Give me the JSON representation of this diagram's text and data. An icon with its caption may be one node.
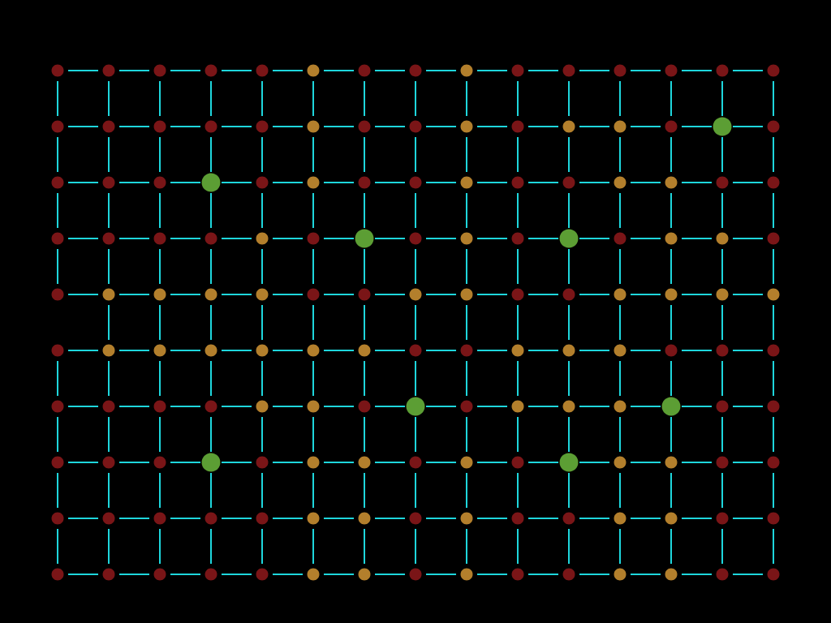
{
  "diagram": {
    "nodes": [
      {
        "text": [],
        "shape": "circle"
      },
      {
        "text": [],
        "shape": "circle"
      },
      {
        "text": [],
        "shape": "circle"
      },
      {
        "text": [],
        "shape": "circle"
      },
      {
        "text": [],
        "shape": "circle"
      },
      {
        "text": [],
        "shape": "circle"
      },
      {
        "text": [],
        "shape": "circle"
      },
      {
        "text": [],
        "shape": "circle"
      },
      {
        "text": [],
        "shape": "circle"
      },
      {
        "text": [],
        "shape": "circle"
      },
      {
        "text": [],
        "shape": "circle"
      },
      {
        "text": [],
        "shape": "circle"
      },
      {
        "text": [],
        "shape": "circle"
      },
      {
        "text": [],
        "shape": "circle"
      },
      {
        "text": [],
        "shape": "circle"
      },
      {
        "text": [],
        "shape": "circle"
      },
      {
        "text": [],
        "shape": "circle"
      },
      {
        "text": [],
        "shape": "circle"
      },
      {
        "text": [],
        "shape": "circle"
      },
      {
        "text": [],
        "shape": "circle"
      },
      {
        "text": [],
        "shape": "circle"
      },
      {
        "text": [],
        "shape": "circle"
      },
      {
        "text": [],
        "shape": "circle"
      },
      {
        "text": [],
        "shape": "circle"
      },
      {
        "text": [],
        "shape": "circle"
      },
      {
        "text": [],
        "shape": "circle"
      },
      {
        "text": [],
        "shape": "circle"
      },
      {
        "text": [],
        "shape": "circle"
      },
      {
        "text": [],
        "shape": "circle"
      },
      {
        "text": [],
        "shape": "circle"
      },
      {
        "text": [],
        "shape": "circle"
      },
      {
        "text": [],
        "shape": "circle"
      },
      {
        "text": [],
        "shape": "circle"
      },
      {
        "text": [],
        "shape": "circle"
      },
      {
        "text": [],
        "shape": "circle"
      },
      {
        "text": [],
        "shape": "circle"
      },
      {
        "text": [],
        "shape": "circle"
      },
      {
        "text": [],
        "shape": "circle"
      },
      {
        "text": [],
        "shape": "circle"
      },
      {
        "text": [],
        "shape": "circle"
      },
      {
        "text": [],
        "shape": "circle"
      },
      {
        "text": [],
        "shape": "circle"
      },
      {
        "text": [],
        "shape": "circle"
      },
      {
        "text": [],
        "shape": "circle"
      },
      {
        "text": [],
        "shape": "circle"
      },
      {
        "text": [],
        "shape": "circle"
      },
      {
        "text": [],
        "shape": "circle"
      },
      {
        "text": [],
        "shape": "circle"
      },
      {
        "text": [],
        "shape": "circle"
      },
      {
        "text": [],
        "shape": "circle"
      },
      {
        "text": [],
        "shape": "circle"
      },
      {
        "text": [],
        "shape": "circle"
      },
      {
        "text": [],
        "shape": "circle"
      },
      {
        "text": [],
        "shape": "circle"
      },
      {
        "text": [],
        "shape": "circle"
      },
      {
        "text": [],
        "shape": "circle"
      },
      {
        "text": [],
        "shape": "circle"
      },
      {
        "text": [],
        "shape": "circle"
      },
      {
        "text": [],
        "shape": "circle"
      },
      {
        "text": [],
        "shape": "circle"
      },
      {
        "text": [],
        "shape": "circle"
      },
      {
        "text": [],
        "shape": "circle"
      },
      {
        "text": [],
        "shape": "circle"
      },
      {
        "text": [],
        "shape": "circle"
      },
      {
        "text": [],
        "shape": "circle"
      },
      {
        "text": [],
        "shape": "circle"
      },
      {
        "text": [],
        "shape": "circle"
      },
      {
        "text": [],
        "shape": "circle"
      },
      {
        "text": [],
        "shape": "circle"
      },
      {
        "text": [],
        "shape": "circle"
      },
      {
        "text": [],
        "shape": "circle"
      },
      {
        "text": [],
        "shape": "circle"
      },
      {
        "text": [],
        "shape": "circle"
      },
      {
        "text": [],
        "shape": "circle"
      },
      {
        "text": [],
        "shape": "circle"
      },
      {
        "text": [],
        "shape": "circle"
      },
      {
        "text": [],
        "shape": "circle"
      },
      {
        "text": [],
        "shape": "circle"
      },
      {
        "text": [],
        "shape": "circle"
      },
      {
        "text": [],
        "shape": "circle"
      },
      {
        "text": [],
        "shape": "circle"
      },
      {
        "text": [],
        "shape": "circle"
      },
      {
        "text": [],
        "shape": "circle"
      },
      {
        "text": [],
        "shape": "circle"
      },
      {
        "text": [],
        "shape": "circle"
      },
      {
        "text": [],
        "shape": "circle"
      },
      {
        "text": [],
        "shape": "circle"
      },
      {
        "text": [],
        "shape": "circle"
      },
      {
        "text": [],
        "shape": "circle"
      },
      {
        "text": [],
        "shape": "circle"
      },
      {
        "text": [],
        "shape": "circle"
      },
      {
        "text": [],
        "shape": "circle"
      },
      {
        "text": [],
        "shape": "circle"
      },
      {
        "text": [],
        "shape": "circle"
      },
      {
        "text": [],
        "shape": "circle"
      },
      {
        "text": [],
        "shape": "circle"
      },
      {
        "text": [],
        "shape": "circle"
      },
      {
        "text": [],
        "shape": "circle"
      },
      {
        "text": [],
        "shape": "circle"
      },
      {
        "text": [],
        "shape": "circle"
      },
      {
        "text": [],
        "shape": "circle"
      },
      {
        "text": [],
        "shape": "circle"
      },
      {
        "text": [],
        "shape": "circle"
      },
      {
        "text": [],
        "shape": "circle"
      },
      {
        "text": [],
        "shape": "circle"
      },
      {
        "text": [],
        "shape": "circle"
      },
      {
        "text": [],
        "shape": "circle"
      },
      {
        "text": [],
        "shape": "circle"
      },
      {
        "text": [],
        "shape": "circle"
      },
      {
        "text": [],
        "shape": "circle"
      },
      {
        "text": [],
        "shape": "circle"
      },
      {
        "text": [],
        "shape": "circle"
      },
      {
        "text": [],
        "shape": "circle"
      },
      {
        "text": [],
        "shape": "circle"
      },
      {
        "text": [],
        "shape": "circle"
      },
      {
        "text": [],
        "shape": "circle"
      },
      {
        "text": [],
        "shape": "circle"
      },
      {
        "text": [],
        "shape": "circle"
      },
      {
        "text": [],
        "shape": "circle"
      },
      {
        "text": [],
        "shape": "circle"
      },
      {
        "text": [],
        "shape": "circle"
      },
      {
        "text": [],
        "shape": "circle"
      },
      {
        "text": [],
        "shape": "circle"
      },
      {
        "text": [],
        "shape": "circle"
      },
      {
        "text": [],
        "shape": "circle"
      },
      {
        "text": [],
        "shape": "circle"
      },
      {
        "text": [],
        "shape": "circle"
      },
      {
        "text": [],
        "shape": "circle"
      },
      {
        "text": [],
        "shape": "circle"
      },
      {
        "text": [],
        "shape": "circle"
      },
      {
        "text": [],
        "shape": "circle"
      },
      {
        "text": [],
        "shape": "circle"
      },
      {
        "text": [],
        "shape": "circle"
      },
      {
        "text": [],
        "shape": "circle"
      },
      {
        "text": [],
        "shape": "circle"
      },
      {
        "text": [],
        "shape": "circle"
      },
      {
        "text": [],
        "shape": "circle"
      },
      {
        "text": [],
        "shape": "circle"
      },
      {
        "text": [],
        "shape": "circle"
      },
      {
        "text": [],
        "shape": "circle"
      },
      {
        "text": [],
        "shape": "circle"
      },
      {
        "text": [],
        "shape": "circle"
      },
      {
        "text": [],
        "shape": "circle"
      },
      {
        "text": [],
        "shape": "circle"
      },
      {
        "text": [],
        "shape": "circle"
      },
      {
        "text": [],
        "shape": "circle"
      },
      {
        "text": [],
        "shape": "circle"
      },
      {
        "text": [],
        "shape": "circle"
      },
      {
        "text": [],
        "shape": "circle"
      },
      {
        "text": [],
        "shape": "circle"
      }
    ],
    "edges": [
      {
        "from": 0,
        "to": 1,
        "arrow": "none"
      },
      {
        "from": 1,
        "to": 2,
        "arrow": "none"
      },
      {
        "from": 2,
        "to": 3,
        "arrow": "none"
      },
      {
        "from": 3,
        "to": 4,
        "arrow": "none"
      },
      {
        "from": 4,
        "to": 5,
        "arrow": "none"
      },
      {
        "from": 5,
        "to": 6,
        "arrow": "none"
      },
      {
        "from": 6,
        "to": 7,
        "arrow": "none"
      },
      {
        "from": 7,
        "to": 8,
        "arrow": "none"
      },
      {
        "from": 8,
        "to": 9,
        "arrow": "none"
      },
      {
        "from": 9,
        "to": 10,
        "arrow": "none"
      },
      {
        "from": 10,
        "to": 11,
        "arrow": "none"
      },
      {
        "from": 11,
        "to": 12,
        "arrow": "none"
      },
      {
        "from": 12,
        "to": 13,
        "arrow": "none"
      },
      {
        "from": 13,
        "to": 14,
        "arrow": "none"
      },
      {
        "from": 0,
        "to": 15,
        "arrow": "none"
      },
      {
        "from": 1,
        "to": 16,
        "arrow": "none"
      },
      {
        "from": 2,
        "to": 17,
        "arrow": "none"
      },
      {
        "from": 3,
        "to": 18,
        "arrow": "none"
      },
      {
        "from": 4,
        "to": 19,
        "arrow": "none"
      },
      {
        "from": 5,
        "to": 20,
        "arrow": "none"
      },
      {
        "from": 6,
        "to": 21,
        "arrow": "none"
      },
      {
        "from": 7,
        "to": 22,
        "arrow": "none"
      },
      {
        "from": 8,
        "to": 23,
        "arrow": "none"
      },
      {
        "from": 9,
        "to": 24,
        "arrow": "none"
      },
      {
        "from": 10,
        "to": 25,
        "arrow": "none"
      },
      {
        "from": 11,
        "to": 26,
        "arrow": "none"
      },
      {
        "from": 12,
        "to": 27,
        "arrow": "none"
      },
      {
        "from": 13,
        "to": 28,
        "arrow": "none"
      },
      {
        "from": 14,
        "to": 29,
        "arrow": "none"
      },
      {
        "from": 15,
        "to": 16,
        "arrow": "none"
      },
      {
        "from": 16,
        "to": 17,
        "arrow": "none"
      },
      {
        "from": 17,
        "to": 18,
        "arrow": "none"
      },
      {
        "from": 18,
        "to": 19,
        "arrow": "none"
      },
      {
        "from": 19,
        "to": 20,
        "arrow": "none"
      },
      {
        "from": 20,
        "to": 21,
        "arrow": "none"
      },
      {
        "from": 21,
        "to": 22,
        "arrow": "none"
      },
      {
        "from": 22,
        "to": 23,
        "arrow": "none"
      },
      {
        "from": 23,
        "to": 24,
        "arrow": "none"
      },
      {
        "from": 24,
        "to": 25,
        "arrow": "none"
      },
      {
        "from": 25,
        "to": 26,
        "arrow": "none"
      },
      {
        "from": 26,
        "to": 27,
        "arrow": "none"
      },
      {
        "from": 27,
        "to": 28,
        "arrow": "none"
      },
      {
        "from": 28,
        "to": 29,
        "arrow": "none"
      },
      {
        "from": 15,
        "to": 30,
        "arrow": "none"
      },
      {
        "from": 16,
        "to": 31,
        "arrow": "none"
      },
      {
        "from": 17,
        "to": 32,
        "arrow": "none"
      },
      {
        "from": 18,
        "to": 33,
        "arrow": "none"
      },
      {
        "from": 19,
        "to": 34,
        "arrow": "none"
      },
      {
        "from": 20,
        "to": 35,
        "arrow": "none"
      },
      {
        "from": 21,
        "to": 36,
        "arrow": "none"
      },
      {
        "from": 22,
        "to": 37,
        "arrow": "none"
      },
      {
        "from": 23,
        "to": 38,
        "arrow": "none"
      },
      {
        "from": 24,
        "to": 39,
        "arrow": "none"
      },
      {
        "from": 25,
        "to": 40,
        "arrow": "none"
      },
      {
        "from": 26,
        "to": 41,
        "arrow": "none"
      },
      {
        "from": 27,
        "to": 42,
        "arrow": "none"
      },
      {
        "from": 28,
        "to": 43,
        "arrow": "none"
      },
      {
        "from": 29,
        "to": 44,
        "arrow": "none"
      },
      {
        "from": 30,
        "to": 31,
        "arrow": "none"
      },
      {
        "from": 31,
        "to": 32,
        "arrow": "none"
      },
      {
        "from": 32,
        "to": 33,
        "arrow": "none"
      },
      {
        "from": 33,
        "to": 34,
        "arrow": "none"
      },
      {
        "from": 34,
        "to": 35,
        "arrow": "none"
      },
      {
        "from": 35,
        "to": 36,
        "arrow": "none"
      },
      {
        "from": 36,
        "to": 37,
        "arrow": "none"
      },
      {
        "from": 37,
        "to": 38,
        "arrow": "none"
      },
      {
        "from": 38,
        "to": 39,
        "arrow": "none"
      },
      {
        "from": 39,
        "to": 40,
        "arrow": "none"
      },
      {
        "from": 40,
        "to": 41,
        "arrow": "none"
      },
      {
        "from": 41,
        "to": 42,
        "arrow": "none"
      },
      {
        "from": 42,
        "to": 43,
        "arrow": "none"
      },
      {
        "from": 43,
        "to": 44,
        "arrow": "none"
      },
      {
        "from": 30,
        "to": 45,
        "arrow": "none"
      },
      {
        "from": 31,
        "to": 46,
        "arrow": "none"
      },
      {
        "from": 32,
        "to": 47,
        "arrow": "none"
      },
      {
        "from": 33,
        "to": 48,
        "arrow": "none"
      },
      {
        "from": 34,
        "to": 49,
        "arrow": "none"
      },
      {
        "from": 35,
        "to": 50,
        "arrow": "none"
      },
      {
        "from": 36,
        "to": 51,
        "arrow": "none"
      },
      {
        "from": 37,
        "to": 52,
        "arrow": "none"
      },
      {
        "from": 38,
        "to": 53,
        "arrow": "none"
      },
      {
        "from": 39,
        "to": 54,
        "arrow": "none"
      },
      {
        "from": 40,
        "to": 55,
        "arrow": "none"
      },
      {
        "from": 41,
        "to": 56,
        "arrow": "none"
      },
      {
        "from": 42,
        "to": 57,
        "arrow": "none"
      },
      {
        "from": 43,
        "to": 58,
        "arrow": "none"
      },
      {
        "from": 44,
        "to": 59,
        "arrow": "none"
      },
      {
        "from": 45,
        "to": 46,
        "arrow": "none"
      },
      {
        "from": 46,
        "to": 47,
        "arrow": "none"
      },
      {
        "from": 47,
        "to": 48,
        "arrow": "none"
      },
      {
        "from": 48,
        "to": 49,
        "arrow": "none"
      },
      {
        "from": 49,
        "to": 50,
        "arrow": "none"
      },
      {
        "from": 50,
        "to": 51,
        "arrow": "none"
      },
      {
        "from": 51,
        "to": 52,
        "arrow": "none"
      },
      {
        "from": 52,
        "to": 53,
        "arrow": "none"
      },
      {
        "from": 53,
        "to": 54,
        "arrow": "none"
      },
      {
        "from": 54,
        "to": 55,
        "arrow": "none"
      },
      {
        "from": 55,
        "to": 56,
        "arrow": "none"
      },
      {
        "from": 56,
        "to": 57,
        "arrow": "none"
      },
      {
        "from": 57,
        "to": 58,
        "arrow": "none"
      },
      {
        "from": 58,
        "to": 59,
        "arrow": "none"
      },
      {
        "from": 45,
        "to": 60,
        "arrow": "none"
      },
      {
        "from": 46,
        "to": 61,
        "arrow": "none"
      },
      {
        "from": 47,
        "to": 62,
        "arrow": "none"
      },
      {
        "from": 48,
        "to": 63,
        "arrow": "none"
      },
      {
        "from": 49,
        "to": 64,
        "arrow": "none"
      },
      {
        "from": 50,
        "to": 65,
        "arrow": "none"
      },
      {
        "from": 51,
        "to": 66,
        "arrow": "none"
      },
      {
        "from": 52,
        "to": 67,
        "arrow": "none"
      },
      {
        "from": 53,
        "to": 68,
        "arrow": "none"
      },
      {
        "from": 54,
        "to": 69,
        "arrow": "none"
      },
      {
        "from": 55,
        "to": 70,
        "arrow": "none"
      },
      {
        "from": 56,
        "to": 71,
        "arrow": "none"
      },
      {
        "from": 57,
        "to": 72,
        "arrow": "none"
      },
      {
        "from": 58,
        "to": 73,
        "arrow": "none"
      },
      {
        "from": 59,
        "to": 74,
        "arrow": "none"
      },
      {
        "from": 60,
        "to": 61,
        "arrow": "none"
      },
      {
        "from": 61,
        "to": 62,
        "arrow": "none"
      },
      {
        "from": 62,
        "to": 63,
        "arrow": "none"
      },
      {
        "from": 63,
        "to": 64,
        "arrow": "none"
      },
      {
        "from": 64,
        "to": 65,
        "arrow": "none"
      },
      {
        "from": 65,
        "to": 66,
        "arrow": "none"
      },
      {
        "from": 66,
        "to": 67,
        "arrow": "none"
      },
      {
        "from": 67,
        "to": 68,
        "arrow": "none"
      },
      {
        "from": 68,
        "to": 69,
        "arrow": "none"
      },
      {
        "from": 69,
        "to": 70,
        "arrow": "none"
      },
      {
        "from": 70,
        "to": 71,
        "arrow": "none"
      },
      {
        "from": 71,
        "to": 72,
        "arrow": "none"
      },
      {
        "from": 72,
        "to": 73,
        "arrow": "none"
      },
      {
        "from": 73,
        "to": 74,
        "arrow": "none"
      },
      {
        "from": 61,
        "to": 76,
        "arrow": "none"
      },
      {
        "from": 62,
        "to": 77,
        "arrow": "none"
      },
      {
        "from": 63,
        "to": 78,
        "arrow": "none"
      },
      {
        "from": 64,
        "to": 79,
        "arrow": "none"
      },
      {
        "from": 65,
        "to": 80,
        "arrow": "none"
      },
      {
        "from": 66,
        "to": 81,
        "arrow": "none"
      },
      {
        "from": 67,
        "to": 82,
        "arrow": "none"
      },
      {
        "from": 68,
        "to": 83,
        "arrow": "none"
      },
      {
        "from": 69,
        "to": 84,
        "arrow": "none"
      },
      {
        "from": 70,
        "to": 85,
        "arrow": "none"
      },
      {
        "from": 71,
        "to": 86,
        "arrow": "none"
      },
      {
        "from": 72,
        "to": 87,
        "arrow": "none"
      },
      {
        "from": 73,
        "to": 88,
        "arrow": "none"
      },
      {
        "from": 74,
        "to": 89,
        "arrow": "none"
      },
      {
        "from": 75,
        "to": 76,
        "arrow": "none"
      },
      {
        "from": 76,
        "to": 77,
        "arrow": "none"
      },
      {
        "from": 77,
        "to": 78,
        "arrow": "none"
      },
      {
        "from": 78,
        "to": 79,
        "arrow": "none"
      },
      {
        "from": 79,
        "to": 80,
        "arrow": "none"
      },
      {
        "from": 80,
        "to": 81,
        "arrow": "none"
      },
      {
        "from": 81,
        "to": 82,
        "arrow": "none"
      },
      {
        "from": 82,
        "to": 83,
        "arrow": "none"
      },
      {
        "from": 83,
        "to": 84,
        "arrow": "none"
      },
      {
        "from": 84,
        "to": 85,
        "arrow": "none"
      },
      {
        "from": 85,
        "to": 86,
        "arrow": "none"
      },
      {
        "from": 86,
        "to": 87,
        "arrow": "none"
      },
      {
        "from": 87,
        "to": 88,
        "arrow": "none"
      },
      {
        "from": 88,
        "to": 89,
        "arrow": "none"
      },
      {
        "from": 75,
        "to": 90,
        "arrow": "none"
      },
      {
        "from": 76,
        "to": 91,
        "arrow": "none"
      },
      {
        "from": 77,
        "to": 92,
        "arrow": "none"
      },
      {
        "from": 78,
        "to": 93,
        "arrow": "none"
      },
      {
        "from": 79,
        "to": 94,
        "arrow": "none"
      },
      {
        "from": 80,
        "to": 95,
        "arrow": "none"
      },
      {
        "from": 81,
        "to": 96,
        "arrow": "none"
      },
      {
        "from": 82,
        "to": 97,
        "arrow": "none"
      },
      {
        "from": 83,
        "to": 98,
        "arrow": "none"
      },
      {
        "from": 84,
        "to": 99,
        "arrow": "none"
      },
      {
        "from": 85,
        "to": 100,
        "arrow": "none"
      },
      {
        "from": 86,
        "to": 101,
        "arrow": "none"
      },
      {
        "from": 87,
        "to": 102,
        "arrow": "none"
      },
      {
        "from": 88,
        "to": 103,
        "arrow": "none"
      },
      {
        "from": 89,
        "to": 104,
        "arrow": "none"
      },
      {
        "from": 90,
        "to": 91,
        "arrow": "none"
      },
      {
        "from": 91,
        "to": 92,
        "arrow": "none"
      },
      {
        "from": 92,
        "to": 93,
        "arrow": "none"
      },
      {
        "from": 93,
        "to": 94,
        "arrow": "none"
      },
      {
        "from": 94,
        "to": 95,
        "arrow": "none"
      },
      {
        "from": 95,
        "to": 96,
        "arrow": "none"
      },
      {
        "from": 96,
        "to": 97,
        "arrow": "none"
      },
      {
        "from": 97,
        "to": 98,
        "arrow": "none"
      },
      {
        "from": 98,
        "to": 99,
        "arrow": "none"
      },
      {
        "from": 99,
        "to": 100,
        "arrow": "none"
      },
      {
        "from": 100,
        "to": 101,
        "arrow": "none"
      },
      {
        "from": 101,
        "to": 102,
        "arrow": "none"
      },
      {
        "from": 102,
        "to": 103,
        "arrow": "none"
      },
      {
        "from": 103,
        "to": 104,
        "arrow": "none"
      },
      {
        "from": 90,
        "to": 105,
        "arrow": "none"
      },
      {
        "from": 91,
        "to": 106,
        "arrow": "none"
      },
      {
        "from": 92,
        "to": 107,
        "arrow": "none"
      },
      {
        "from": 93,
        "to": 108,
        "arrow": "none"
      },
      {
        "from": 94,
        "to": 109,
        "arrow": "none"
      },
      {
        "from": 95,
        "to": 110,
        "arrow": "none"
      },
      {
        "from": 96,
        "to": 111,
        "arrow": "none"
      },
      {
        "from": 97,
        "to": 112,
        "arrow": "none"
      },
      {
        "from": 98,
        "to": 113,
        "arrow": "none"
      },
      {
        "from": 99,
        "to": 114,
        "arrow": "none"
      },
      {
        "from": 100,
        "to": 115,
        "arrow": "none"
      },
      {
        "from": 101,
        "to": 116,
        "arrow": "none"
      },
      {
        "from": 102,
        "to": 117,
        "arrow": "none"
      },
      {
        "from": 103,
        "to": 118,
        "arrow": "none"
      },
      {
        "from": 104,
        "to": 119,
        "arrow": "none"
      },
      {
        "from": 105,
        "to": 106,
        "arrow": "none"
      },
      {
        "from": 106,
        "to": 107,
        "arrow": "none"
      },
      {
        "from": 107,
        "to": 108,
        "arrow": "none"
      },
      {
        "from": 108,
        "to": 109,
        "arrow": "none"
      },
      {
        "from": 109,
        "to": 110,
        "arrow": "none"
      },
      {
        "from": 110,
        "to": 111,
        "arrow": "none"
      },
      {
        "from": 111,
        "to": 112,
        "arrow": "none"
      },
      {
        "from": 112,
        "to": 113,
        "arrow": "none"
      },
      {
        "from": 113,
        "to": 114,
        "arrow": "none"
      },
      {
        "from": 114,
        "to": 115,
        "arrow": "none"
      },
      {
        "from": 115,
        "to": 116,
        "arrow": "none"
      },
      {
        "from": 116,
        "to": 117,
        "arrow": "none"
      },
      {
        "from": 117,
        "to": 118,
        "arrow": "none"
      },
      {
        "from": 118,
        "to": 119,
        "arrow": "none"
      },
      {
        "from": 105,
        "to": 120,
        "arrow": "none"
      },
      {
        "from": 106,
        "to": 121,
        "arrow": "none"
      },
      {
        "from": 107,
        "to": 122,
        "arrow": "none"
      },
      {
        "from": 108,
        "to": 123,
        "arrow": "none"
      },
      {
        "from": 109,
        "to": 124,
        "arrow": "none"
      },
      {
        "from": 110,
        "to": 125,
        "arrow": "none"
      },
      {
        "from": 111,
        "to": 126,
        "arrow": "none"
      },
      {
        "from": 112,
        "to": 127,
        "arrow": "none"
      },
      {
        "from": 113,
        "to": 128,
        "arrow": "none"
      },
      {
        "from": 114,
        "to": 129,
        "arrow": "none"
      },
      {
        "from": 115,
        "to": 130,
        "arrow": "none"
      },
      {
        "from": 116,
        "to": 131,
        "arrow": "none"
      },
      {
        "from": 117,
        "to": 132,
        "arrow": "none"
      },
      {
        "from": 118,
        "to": 133,
        "arrow": "none"
      },
      {
        "from": 119,
        "to": 134,
        "arrow": "none"
      },
      {
        "from": 120,
        "to": 121,
        "arrow": "none"
      },
      {
        "from": 121,
        "to": 122,
        "arrow": "none"
      },
      {
        "from": 122,
        "to": 123,
        "arrow": "none"
      },
      {
        "from": 123,
        "to": 124,
        "arrow": "none"
      },
      {
        "from": 124,
        "to": 125,
        "arrow": "none"
      },
      {
        "from": 125,
        "to": 126,
        "arrow": "none"
      },
      {
        "from": 126,
        "to": 127,
        "arrow": "none"
      },
      {
        "from": 127,
        "to": 128,
        "arrow": "none"
      },
      {
        "from": 128,
        "to": 129,
        "arrow": "none"
      },
      {
        "from": 129,
        "to": 130,
        "arrow": "none"
      },
      {
        "from": 130,
        "to": 131,
        "arrow": "none"
      },
      {
        "from": 131,
        "to": 132,
        "arrow": "none"
      },
      {
        "from": 132,
        "to": 133,
        "arrow": "none"
      },
      {
        "from": 133,
        "to": 134,
        "arrow": "none"
      },
      {
        "from": 120,
        "to": 135,
        "arrow": "none"
      },
      {
        "from": 121,
        "to": 136,
        "arrow": "none"
      },
      {
        "from": 122,
        "to": 137,
        "arrow": "none"
      },
      {
        "from": 123,
        "to": 138,
        "arrow": "none"
      },
      {
        "from": 124,
        "to": 139,
        "arrow": "none"
      },
      {
        "from": 125,
        "to": 140,
        "arrow": "none"
      },
      {
        "from": 126,
        "to": 141,
        "arrow": "none"
      },
      {
        "from": 127,
        "to": 142,
        "arrow": "none"
      },
      {
        "from": 128,
        "to": 143,
        "arrow": "none"
      },
      {
        "from": 129,
        "to": 144,
        "arrow": "none"
      },
      {
        "from": 130,
        "to": 145,
        "arrow": "none"
      },
      {
        "from": 131,
        "to": 146,
        "arrow": "none"
      },
      {
        "from": 132,
        "to": 147,
        "arrow": "none"
      },
      {
        "from": 133,
        "to": 148,
        "arrow": "none"
      },
      {
        "from": 134,
        "to": 149,
        "arrow": "none"
      },
      {
        "from": 135,
        "to": 136,
        "arrow": "none"
      },
      {
        "from": 136,
        "to": 137,
        "arrow": "none"
      },
      {
        "from": 137,
        "to": 138,
        "arrow": "none"
      },
      {
        "from": 138,
        "to": 139,
        "arrow": "none"
      },
      {
        "from": 139,
        "to": 140,
        "arrow": "none"
      },
      {
        "from": 140,
        "to": 141,
        "arrow": "none"
      },
      {
        "from": 141,
        "to": 142,
        "arrow": "none"
      },
      {
        "from": 142,
        "to": 143,
        "arrow": "none"
      },
      {
        "from": 143,
        "to": 144,
        "arrow": "none"
      },
      {
        "from": 144,
        "to": 145,
        "arrow": "none"
      },
      {
        "from": 145,
        "to": 146,
        "arrow": "none"
      },
      {
        "from": 146,
        "to": 147,
        "arrow": "none"
      },
      {
        "from": 147,
        "to": 148,
        "arrow": "none"
      },
      {
        "from": 148,
        "to": 149,
        "arrow": "none"
      }
    ]
  }
}
